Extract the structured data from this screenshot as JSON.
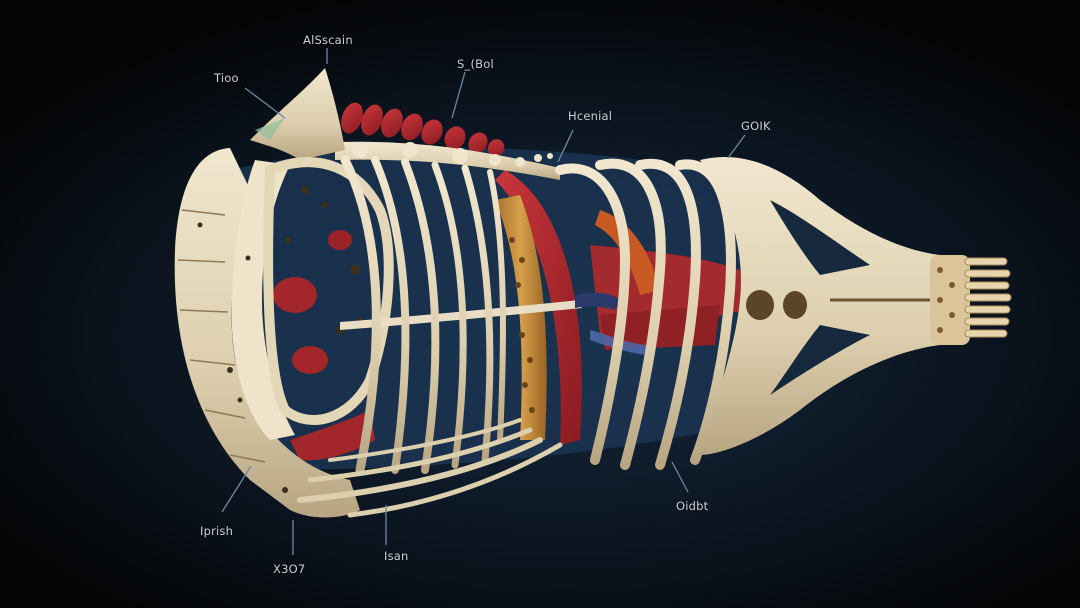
{
  "image": {
    "subject": "3D anatomical skeleton illustration of a ribcage / thoracic structure with labeled callouts",
    "background_color": "#0f1c2b",
    "bone_color": "#e8dcc0",
    "muscle_color": "#b0282c",
    "cartilage_color": "#c98f3c"
  },
  "labels": [
    {
      "id": "top-center",
      "text": "AlSscain"
    },
    {
      "id": "top-left",
      "text": "Tioo"
    },
    {
      "id": "top-spine",
      "text": "S_(Bol"
    },
    {
      "id": "mid-top",
      "text": "Hcenial"
    },
    {
      "id": "right-top",
      "text": "GOIK"
    },
    {
      "id": "bottom-left",
      "text": "Iprish"
    },
    {
      "id": "bottom-left-2",
      "text": "X3O7"
    },
    {
      "id": "bottom-mid",
      "text": "Isan"
    },
    {
      "id": "bottom-right",
      "text": "Oidbt"
    }
  ]
}
